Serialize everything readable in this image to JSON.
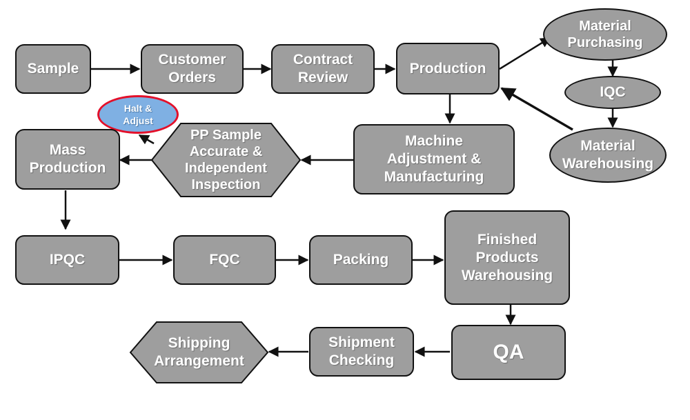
{
  "nodes": {
    "sample": "Sample",
    "customer_orders": "Customer\nOrders",
    "contract_review": "Contract\nReview",
    "production": "Production",
    "material_purchasing": "Material\nPurchasing",
    "iqc": "IQC",
    "material_warehousing": "Material\nWarehousing",
    "halt_adjust": "Halt &\nAdjust",
    "pp_sample": "PP Sample\nAccurate &\nIndependent\nInspection",
    "mass_production": "Mass\nProduction",
    "machine_adjustment": "Machine\nAdjustment &\nManufacturing",
    "ipqc": "IPQC",
    "fqc": "FQC",
    "packing": "Packing",
    "finished_products": "Finished\nProducts\nWarehousing",
    "qa": "QA",
    "shipment_checking": "Shipment\nChecking",
    "shipping_arrangement": "Shipping\nArrangement"
  },
  "colors": {
    "node_fill": "#9e9e9e",
    "node_border": "#111111",
    "highlight_fill": "#7fb0e3",
    "highlight_border": "#e3102a",
    "arrow": "#111111"
  }
}
